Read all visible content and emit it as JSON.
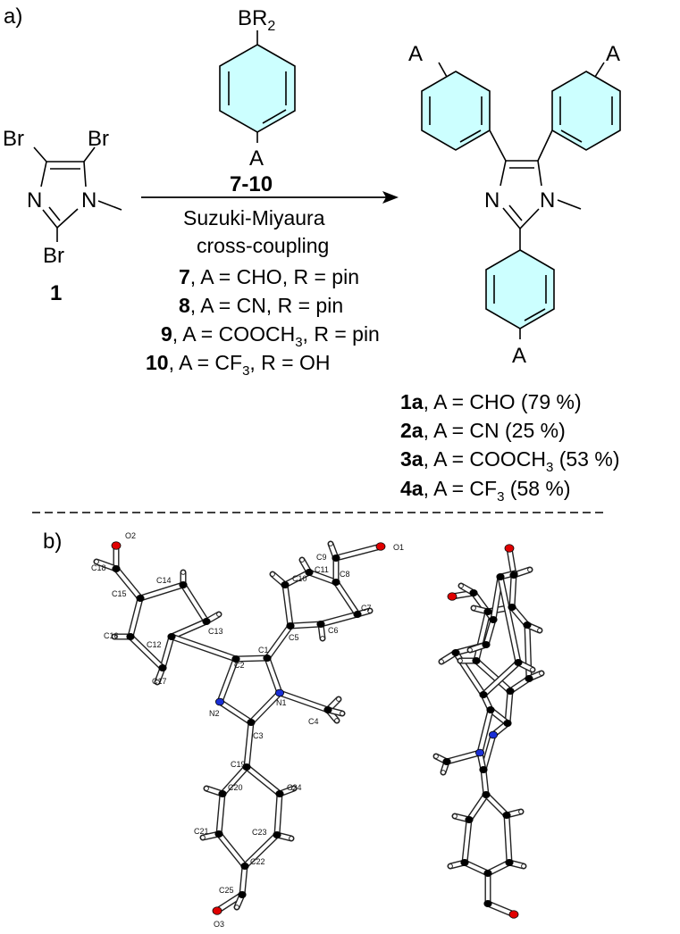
{
  "panel_a_label": "a)",
  "panel_b_label": "b)",
  "start_material": {
    "br_top_left": "Br",
    "br_top_right": "Br",
    "br_bottom": "Br",
    "n_left": "N",
    "n_right": "N",
    "compound_number": "1"
  },
  "reagent": {
    "b_group": "BR",
    "b_group_sub": "2",
    "a_group": "A",
    "compound_range": "7-10"
  },
  "conditions": {
    "line1": "Suzuki-Miyaura",
    "line2": "cross-coupling",
    "items": [
      {
        "num": "7",
        "text": ", A = CHO, R = pin",
        "sub": "",
        "after": ""
      },
      {
        "num": "8",
        "text": ", A = CN, R = pin",
        "sub": "",
        "after": ""
      },
      {
        "num": "9",
        "text": ", A = COOCH",
        "sub": "3",
        "after": ", R = pin"
      },
      {
        "num": "10",
        "text": ", A = CF",
        "sub": "3",
        "after": ", R = OH"
      }
    ]
  },
  "product": {
    "a_top_left": "A",
    "a_top_right": "A",
    "a_bottom": "A",
    "n_left": "N",
    "n_right": "N",
    "yields": [
      {
        "num": "1a",
        "text": ", A = CHO (79 %)",
        "sub": "",
        "after": ""
      },
      {
        "num": "2a",
        "text": ", A = CN (25 %)",
        "sub": "",
        "after": ""
      },
      {
        "num": "3a",
        "text": ", A = COOCH",
        "sub": "3",
        "after": " (53 %)"
      },
      {
        "num": "4a",
        "text": ", A = CF",
        "sub": "3",
        "after": " (58 %)"
      }
    ]
  },
  "crystal_labels": {
    "O1": "O1",
    "O2": "O2",
    "O3": "O3",
    "N1": "N1",
    "N2": "N2",
    "C1": "C1",
    "C2": "C2",
    "C3": "C3",
    "C4": "C4",
    "C5": "C5",
    "C6": "C6",
    "C7": "C7",
    "C8": "C8",
    "C9": "C9",
    "C10": "C10",
    "C11": "C11",
    "C12": "C12",
    "C13": "C13",
    "C14": "C14",
    "C15": "C15",
    "C16": "C16",
    "C17": "C17",
    "C18": "C18",
    "C19": "C19",
    "C20": "C20",
    "C21": "C21",
    "C22": "C22",
    "C23": "C23",
    "C24": "C24",
    "C25": "C25"
  },
  "colors": {
    "ring_fill": "#ccffff",
    "oxygen": "#e00000",
    "nitrogen": "#1a2fd6",
    "carbon": "#000000"
  }
}
